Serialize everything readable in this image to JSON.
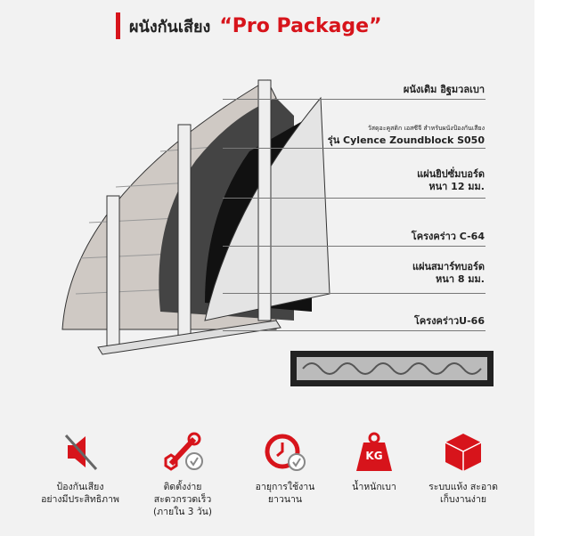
{
  "title": {
    "thai": "ผนังกันเสียง",
    "english": "“Pro Package”"
  },
  "labels": [
    {
      "lines": [
        "ผนังเดิม อิฐมวลเบา"
      ]
    },
    {
      "small": "วัสดุอะคูสติก เอสซีจี สำหรับผนังป้องกันเสียง",
      "lines": [
        "รุ่น Cylence Zoundblock S050"
      ]
    },
    {
      "lines": [
        "แผ่นยิปซั่มบอร์ด",
        "หนา 12 มม."
      ]
    },
    {
      "lines": [
        "โครงคร่าว C-64"
      ]
    },
    {
      "lines": [
        "แผ่นสมาร์ทบอร์ด",
        "หนา 8 มม."
      ]
    },
    {
      "lines": [
        "โครงคร่าวU-66"
      ]
    }
  ],
  "features": [
    {
      "icon": "mute-speaker-icon",
      "lines": [
        "ป้องกันเสียง",
        "อย่างมีประสิทธิภาพ"
      ]
    },
    {
      "icon": "wrench-check-icon",
      "lines": [
        "ติดตั้งง่าย",
        "สะดวกรวดเร็ว",
        "(ภายใน 3 วัน)"
      ]
    },
    {
      "icon": "clock-check-icon",
      "lines": [
        "อายุการใช้งาน",
        "ยาวนาน"
      ]
    },
    {
      "icon": "weight-icon",
      "lines": [
        "น้ำหนักเบา"
      ],
      "badge": "KG"
    },
    {
      "icon": "box-icon",
      "lines": [
        "ระบบแห้ง สะอาด",
        "เก็บงานง่าย"
      ]
    }
  ],
  "colors": {
    "accent": "#d7141b"
  }
}
